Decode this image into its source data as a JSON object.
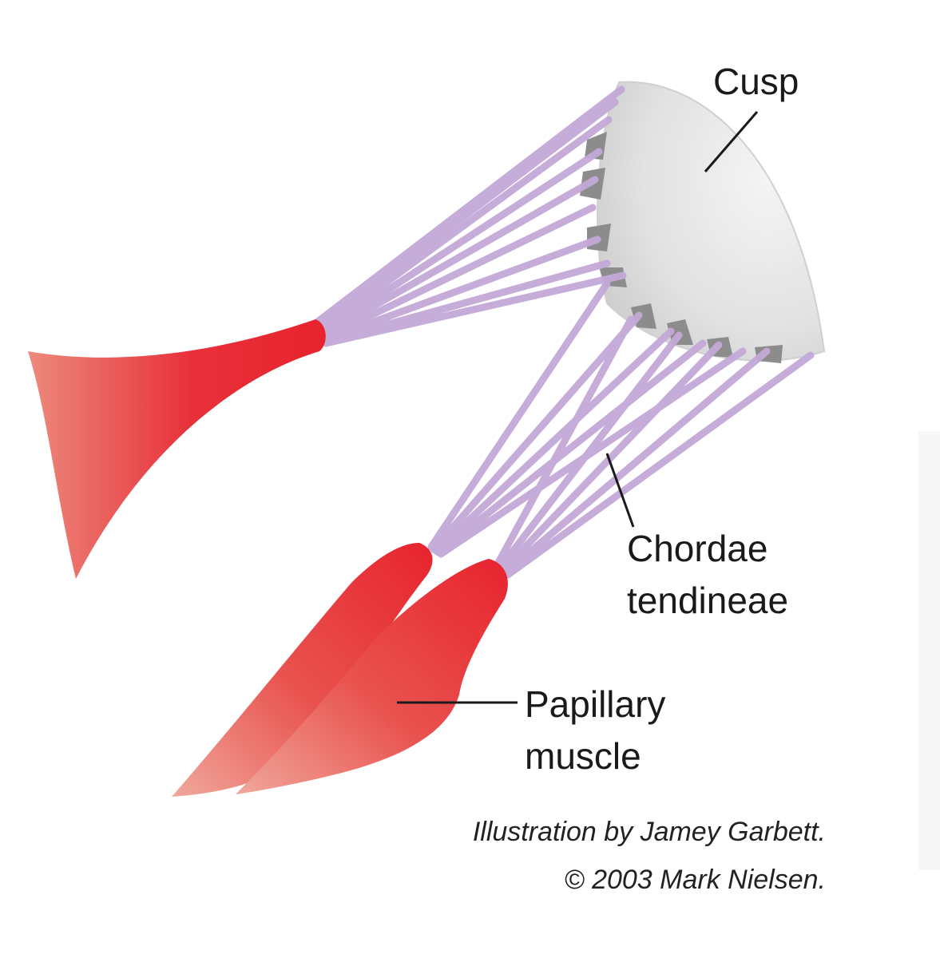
{
  "labels": {
    "cusp": "Cusp",
    "chordae_line1": "Chordae",
    "chordae_line2": "tendineae",
    "papillary_line1": "Papillary",
    "papillary_line2": "muscle"
  },
  "credit": {
    "line1": "Illustration by Jamey Garbett.",
    "line2": "© 2003 Mark Nielsen."
  },
  "colors": {
    "muscle": "#e8303a",
    "muscle_light": "#eb8577",
    "chordae": "#c4a9d8",
    "cusp": "#e3e3e3",
    "cusp_shadow": "#8c8c8c",
    "leader_line": "#1a1a1a"
  }
}
